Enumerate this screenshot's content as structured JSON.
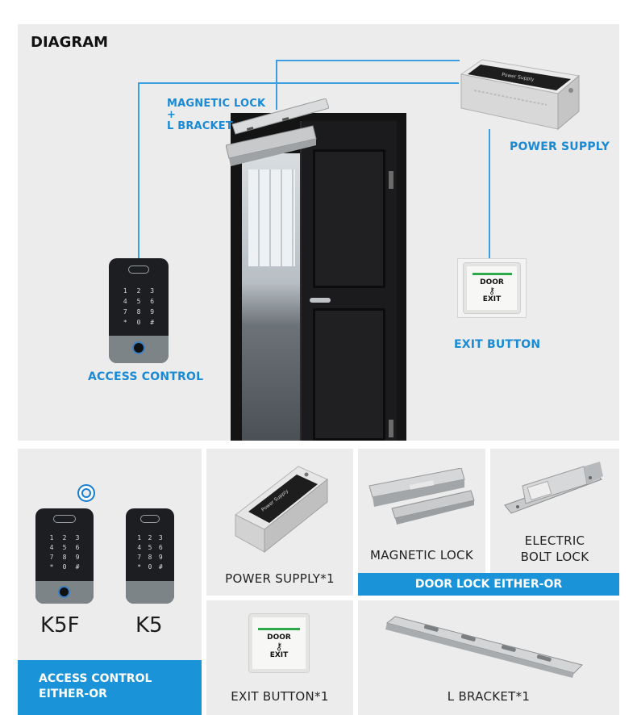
{
  "diagram": {
    "title": "DIAGRAM",
    "labels": {
      "magnetic_lock_line1": "MAGNETIC LOCK",
      "magnetic_lock_line2": "+",
      "magnetic_lock_line3": "L BRACKET",
      "power_supply": "POWER SUPPLY",
      "exit_button": "EXIT BUTTON",
      "access_control": "ACCESS CONTROL"
    }
  },
  "devices": {
    "keypad_keys": [
      "1",
      "2",
      "3",
      "4",
      "5",
      "6",
      "7",
      "8",
      "9",
      "*",
      "0",
      "#"
    ],
    "psu_label": "Power Supply",
    "exit_line1": "DOOR",
    "exit_line2": "EXIT"
  },
  "products": {
    "access_control": {
      "models": [
        "K5F",
        "K5"
      ],
      "banner_line1": "ACCESS CONTROL",
      "banner_line2": "EITHER-OR"
    },
    "power_supply": "POWER SUPPLY*1",
    "magnetic_lock": "MAGNETIC LOCK",
    "electric_bolt_line1": "ELECTRIC",
    "electric_bolt_line2": "BOLT LOCK",
    "door_lock_banner": "DOOR LOCK EITHER-OR",
    "exit_button": "EXIT BUTTON*1",
    "l_bracket": "L BRACKET*1"
  },
  "colors": {
    "accent": "#1a93d9",
    "wire": "#3a9ee0",
    "panel_bg": "#ececec"
  }
}
